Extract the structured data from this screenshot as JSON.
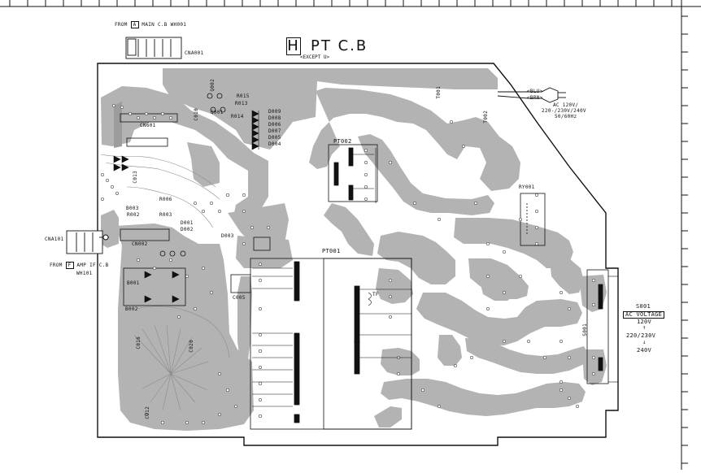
{
  "title": {
    "letter": "H",
    "text": "PT C.B",
    "subtitle": "<EXCEPT U>"
  },
  "connectors": {
    "wh001_from": {
      "prefix": "FROM",
      "box": "A",
      "suffix": "MAIN C.B WH001"
    },
    "cna001": "CNA001",
    "cna101": "CNA101",
    "wh101_from": {
      "prefix": "FROM",
      "box": "F",
      "suffix": "AMP IF C.B"
    },
    "wh101": "WH101",
    "cn601": "CN601",
    "cn002": "CN002"
  },
  "ac_input": {
    "blu": "<BLU>",
    "brn": "<BRN>",
    "line1": "AC 120V/",
    "line2": "220-/230V/240V",
    "line3": "50/60Hz"
  },
  "voltage_selector": {
    "ref": "S001",
    "label": "AC VOLTAGE",
    "v120": "120V",
    "v220": "220",
    "v230": "230V",
    "v240": "240V"
  },
  "components": {
    "t001": "T001",
    "t002": "T002",
    "pt001": "PT001",
    "pt002": "PT002",
    "ry001": "RY001",
    "tf": "TF",
    "q001": "Q001",
    "q002": "Q002",
    "r013": "R013",
    "r014": "R014",
    "r015": "R015",
    "d001": "D001",
    "d002": "D002",
    "d003": "D003",
    "d004": "D004",
    "d005": "D005",
    "d006": "D006",
    "d007": "D007",
    "d008": "D008",
    "d009": "D009",
    "r006": "R006",
    "r003": "R003",
    "r002": "R002",
    "c005": "C005",
    "c010": "C010",
    "c016": "C016",
    "c020": "C020",
    "c012": "C012",
    "c013": "C013",
    "b001": "B001",
    "b002": "B002",
    "b003": "B003",
    "s001_side": "S001"
  },
  "colors": {
    "trace": "#b3b3b3",
    "ink": "#111111",
    "board_bg": "#ffffff"
  }
}
